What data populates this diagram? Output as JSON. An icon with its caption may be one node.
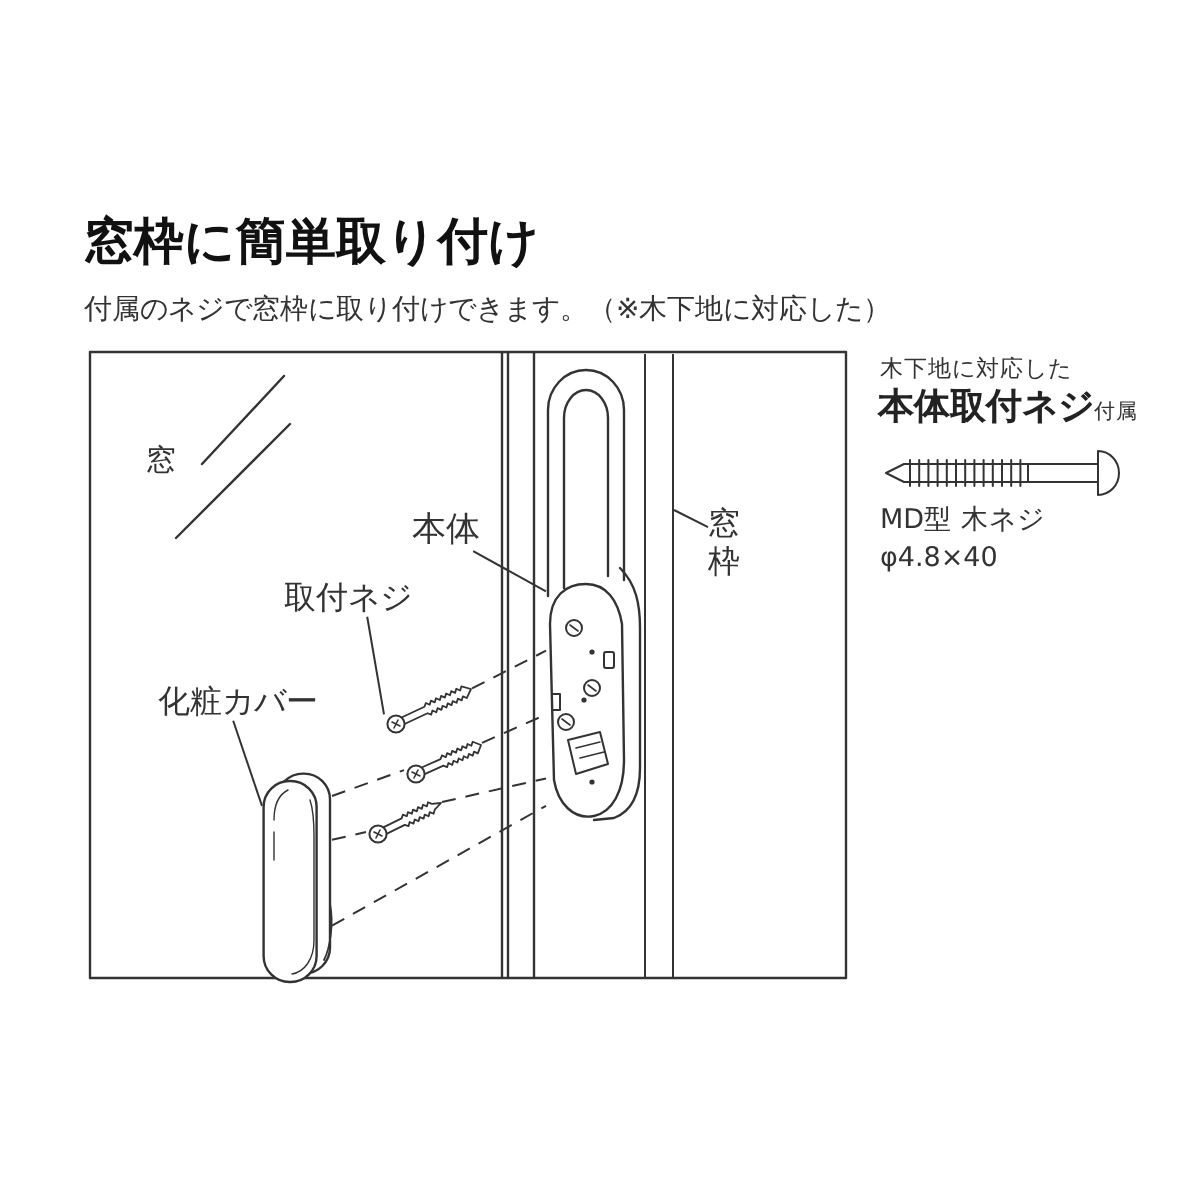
{
  "diagram": {
    "title": "窓枠に簡単取り付け",
    "nodes": [
      {
        "text": [
          "本体"
        ]
      },
      {
        "text": [],
        "shape": "picture"
      },
      {
        "text": [
          "窓枠"
        ]
      },
      {
        "text": [],
        "shape": "bar"
      },
      {
        "text": [
          "取付ネジ"
        ]
      },
      {
        "text": [],
        "shape": "picture"
      },
      {
        "text": [],
        "shape": "picture"
      },
      {
        "text": [],
        "shape": "picture"
      },
      {
        "text": [
          "化粧カバー"
        ]
      },
      {
        "text": [],
        "shape": "picture"
      }
    ],
    "edges": [
      {
        "from": 0,
        "to": 1,
        "arrow": "none"
      },
      {
        "from": 2,
        "to": 3,
        "arrow": "none"
      },
      {
        "from": 4,
        "to": 5,
        "arrow": "none"
      },
      {
        "from": 8,
        "to": 9,
        "arrow": "none"
      },
      {
        "from": 5,
        "to": 1,
        "arrow": "none",
        "style": "dashed"
      },
      {
        "from": 9,
        "to": 6,
        "arrow": "none",
        "style": "dashed"
      },
      {
        "from": 6,
        "to": 1,
        "arrow": "none",
        "style": "dashed"
      },
      {
        "from": 9,
        "to": 7,
        "arrow": "none",
        "style": "dashed"
      },
      {
        "from": 7,
        "to": 1,
        "arrow": "none",
        "style": "dashed"
      },
      {
        "from": 9,
        "to": 1,
        "arrow": "none",
        "style": "dashed"
      }
    ],
    "labels": [
      "付属のネジで窓枠に取り付けできます。（※木下地に対応した）",
      "窓",
      "木下地に対応した",
      "**本体取付ネジ**付属",
      "MD型 木ネジ",
      "φ4.8×40"
    ]
  }
}
